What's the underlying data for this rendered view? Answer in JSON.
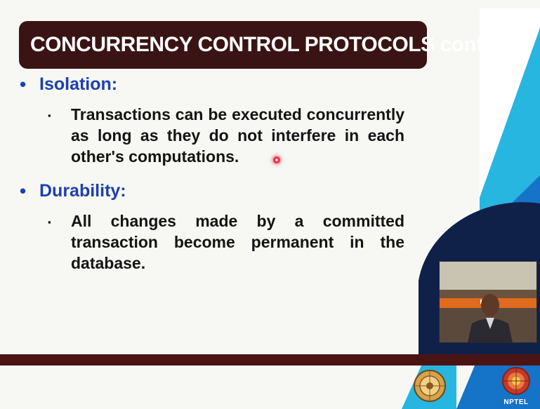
{
  "slide": {
    "title": "CONCURRENCY CONTROL PROTOCOLS cont...",
    "sections": [
      {
        "bullet": "•",
        "heading": "Isolation:",
        "sub_bullet": "▪",
        "text": "Transactions can be executed concurrently as long as they do not interfere in each other's computations."
      },
      {
        "bullet": "•",
        "heading": "Durability:",
        "sub_bullet": "▪",
        "text": "All changes made by a committed transaction become permanent in the database."
      }
    ]
  },
  "branding": {
    "left_logo": "iit-kharagpur-emblem-icon",
    "right_logo": "nptel-logo-icon",
    "right_logo_text": "NPTEL"
  },
  "colors": {
    "title_bg": "#3a1414",
    "heading_blue": "#1e3fb0",
    "accent_blue": "#1573c8",
    "accent_cyan": "#27b6e0",
    "dark_navy": "#0f2148",
    "footer_maroon": "#4a1414"
  }
}
